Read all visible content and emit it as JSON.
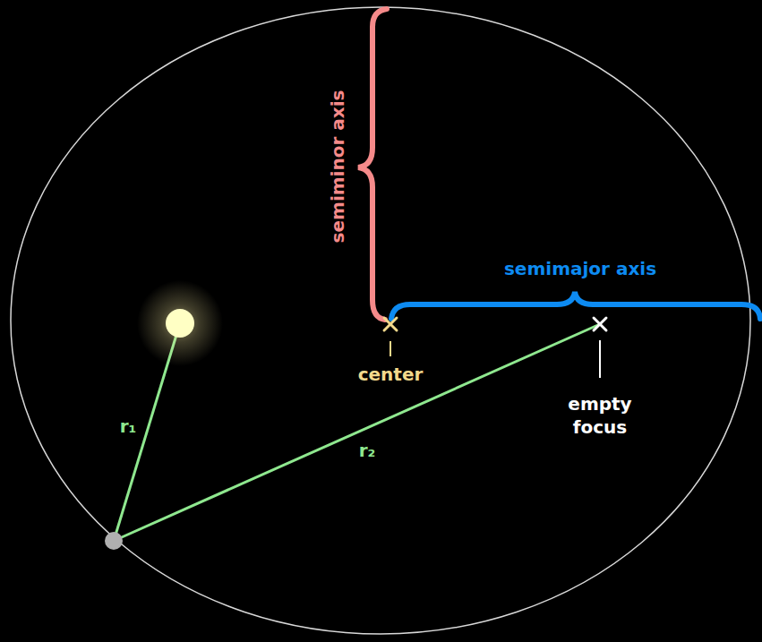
{
  "diagram": {
    "labels": [
      "semiminor axis",
      "semimajor axis",
      "center",
      "empty focus",
      "r₁",
      "r₂"
    ]
  }
}
